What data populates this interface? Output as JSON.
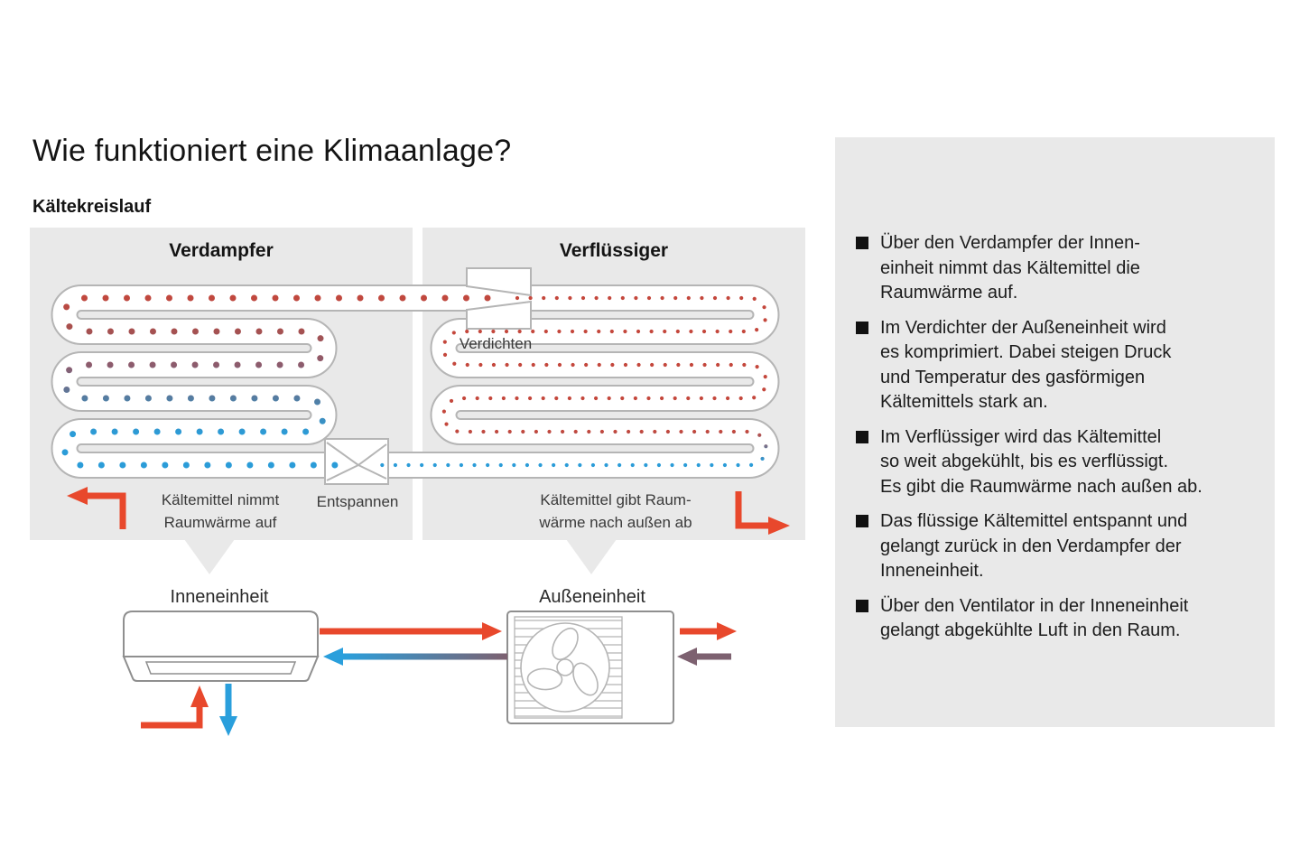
{
  "page": {
    "title": "Wie funktioniert eine Klimaanlage?",
    "subtitle": "Kältekreislauf"
  },
  "diagram": {
    "evaporator": {
      "title": "Verdampfer",
      "caption": "Kältemittel nimmt\nRaumwärme auf"
    },
    "condenser": {
      "title": "Verflüssiger",
      "caption": "Kältemittel gibt Raum-\nwärme nach außen ab"
    },
    "compressor_label": "Verdichten",
    "expansion_label": "Entspannen",
    "indoor_unit_label": "Inneneinheit",
    "outdoor_unit_label": "Außeneinheit"
  },
  "info_panel": {
    "bullets": [
      "Über den Verdampfer der Innen-\neinheit nimmt das Kältemittel die\nRaumwärme auf.",
      "Im Verdichter der Außeneinheit wird\nes komprimiert. Dabei steigen Druck\nund Temperatur des gasförmigen\nKältemittels stark an.",
      "Im Verflüssiger wird das Kältemittel\nso weit abgekühlt, bis es verflüssigt.\nEs gibt die Raumwärme nach außen ab.",
      "Das flüssige Kältemittel entspannt und\ngelangt zurück in den Verdampfer der\nInneneinheit.",
      "Über den Ventilator in der Inneneinheit\ngelangt abgekühlte Luft in den Raum."
    ]
  },
  "colors": {
    "accent-hot": "#e8482c",
    "accent-cold": "#2a9fdc",
    "accent-plum": "#7d6170",
    "dot-hot": "#c4473c",
    "dot-warm": "#a8504e",
    "dot-mid": "#8c5c6e",
    "dot-cool": "#527ea4",
    "dot-cold": "#2b9cd8",
    "panel-bg": "#e9e9e9",
    "pipe-outline": "#b5b5b5",
    "unit-outline": "#8f8f8f",
    "label-gray": "#3a3a3a"
  }
}
